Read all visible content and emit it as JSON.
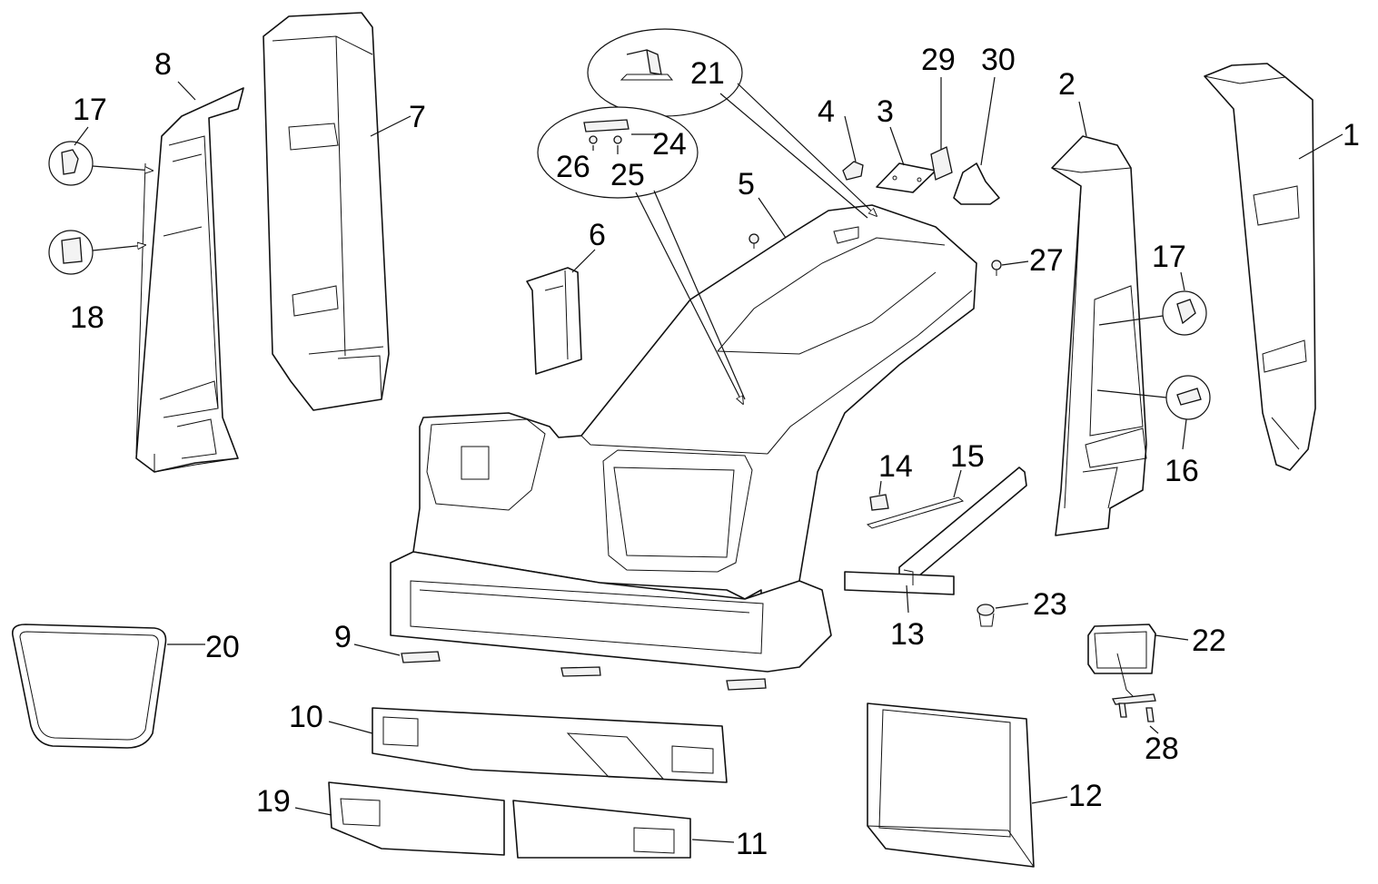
{
  "callouts": [
    {
      "id": "c1",
      "label": "1"
    },
    {
      "id": "c2",
      "label": "2"
    },
    {
      "id": "c3",
      "label": "3"
    },
    {
      "id": "c4",
      "label": "4"
    },
    {
      "id": "c5",
      "label": "5"
    },
    {
      "id": "c6",
      "label": "6"
    },
    {
      "id": "c7",
      "label": "7"
    },
    {
      "id": "c8",
      "label": "8"
    },
    {
      "id": "c9",
      "label": "9"
    },
    {
      "id": "c10",
      "label": "10"
    },
    {
      "id": "c11",
      "label": "11"
    },
    {
      "id": "c12",
      "label": "12"
    },
    {
      "id": "c13",
      "label": "13"
    },
    {
      "id": "c14",
      "label": "14"
    },
    {
      "id": "c15",
      "label": "15"
    },
    {
      "id": "c16",
      "label": "16"
    },
    {
      "id": "c17a",
      "label": "17"
    },
    {
      "id": "c17b",
      "label": "17"
    },
    {
      "id": "c18",
      "label": "18"
    },
    {
      "id": "c19",
      "label": "19"
    },
    {
      "id": "c20",
      "label": "20"
    },
    {
      "id": "c21",
      "label": "21"
    },
    {
      "id": "c22",
      "label": "22"
    },
    {
      "id": "c23",
      "label": "23"
    },
    {
      "id": "c24",
      "label": "24"
    },
    {
      "id": "c25",
      "label": "25"
    },
    {
      "id": "c26",
      "label": "26"
    },
    {
      "id": "c27",
      "label": "27"
    },
    {
      "id": "c28",
      "label": "28"
    },
    {
      "id": "c29",
      "label": "29"
    },
    {
      "id": "c30",
      "label": "30"
    }
  ]
}
